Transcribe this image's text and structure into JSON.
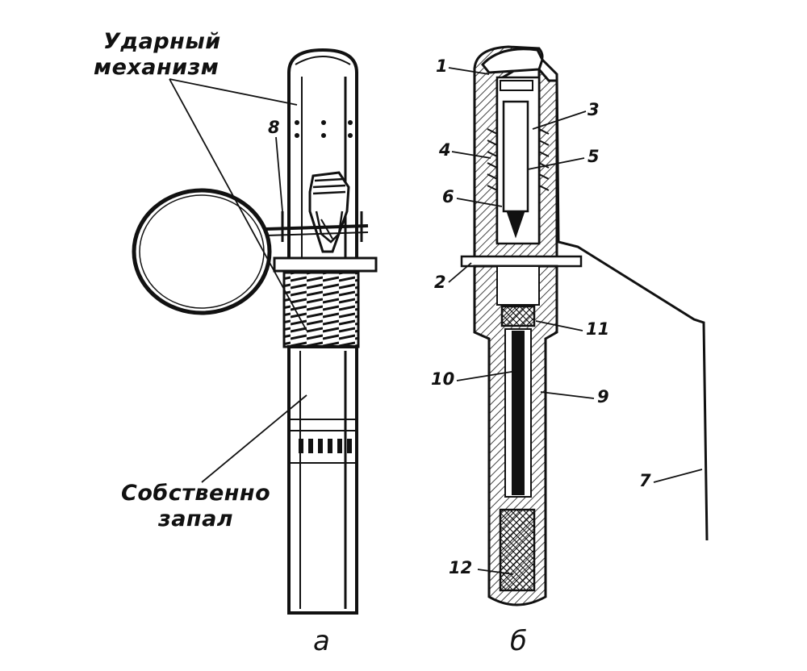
{
  "figure": {
    "caption_a": "а",
    "caption_b": "б"
  },
  "labels_a": {
    "strike_mechanism_line1": "Ударный",
    "strike_mechanism_line2": "механизм",
    "fuse_line1": "Собственно",
    "fuse_line2": "запал",
    "ring_pin": "8"
  },
  "labels_b": {
    "n1": "1",
    "n2": "2",
    "n3": "3",
    "n4": "4",
    "n5": "5",
    "n6": "6",
    "n7": "7",
    "n9": "9",
    "n10": "10",
    "n11": "11",
    "n12": "12"
  },
  "colors": {
    "ink": "#111111",
    "paper": "#ffffff"
  }
}
